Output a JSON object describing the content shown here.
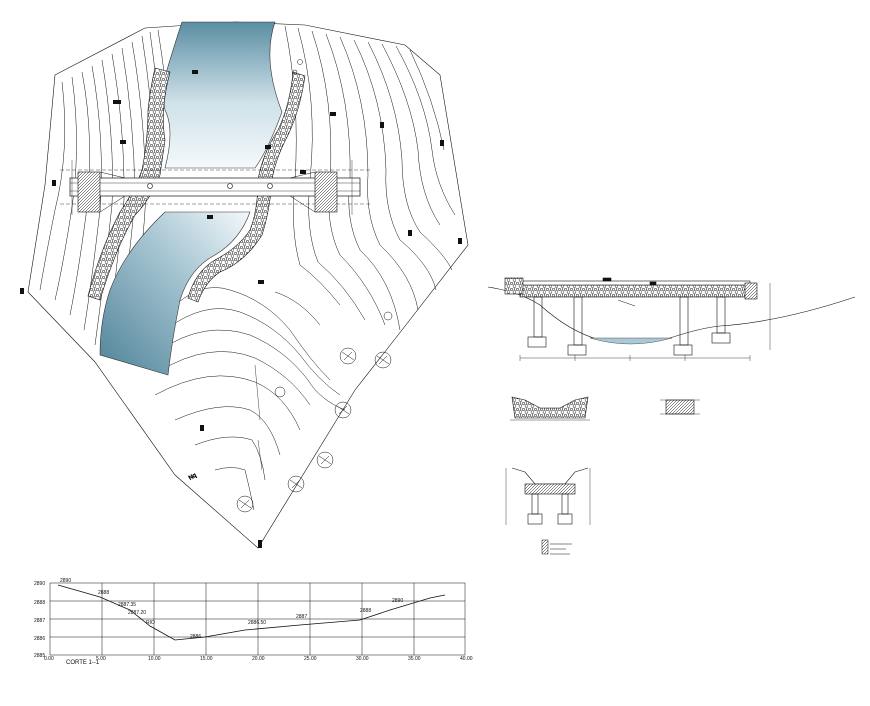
{
  "section": {
    "title": "CORTE  1--1",
    "y_labels": [
      "2890",
      "2888",
      "2887",
      "2886",
      "2885"
    ],
    "x_labels": [
      "0.00",
      "5.00",
      "10.00",
      "15.00",
      "20.00",
      "25.00",
      "30.00",
      "35.00",
      "40.00"
    ],
    "annotations": [
      "2890",
      "2888",
      "2887.35",
      "2887.20",
      "RIO",
      "2886",
      "2886.50",
      "2887",
      "2888",
      "2890"
    ]
  },
  "plan": {
    "north_label": "Nq"
  },
  "colors": {
    "river_light": "#e9f2f6",
    "river_dark": "#5b8ea3",
    "line": "#111111"
  }
}
